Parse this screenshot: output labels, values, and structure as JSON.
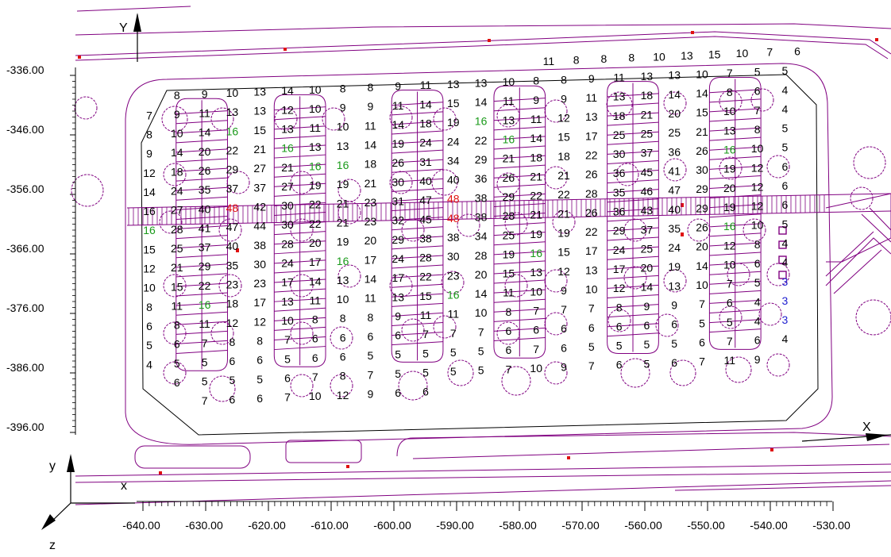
{
  "axes": {
    "y_axis_label": "Y",
    "x_axis_label": "X",
    "ucs": {
      "y": "y",
      "x": "x",
      "z": "z"
    }
  },
  "y_ruler": {
    "labels": [
      "-336.00",
      "-346.00",
      "-356.00",
      "-366.00",
      "-376.00",
      "-386.00",
      "-396.00"
    ]
  },
  "x_ruler": {
    "labels": [
      "-640.00",
      "-630.00",
      "-620.00",
      "-610.00",
      "-600.00",
      "-590.00",
      "-580.00",
      "-570.00",
      "-560.00",
      "-550.00",
      "-540.00",
      "-530.00"
    ]
  },
  "colors": {
    "default": "#000000",
    "green": "#1a9a1a",
    "red": "#e01010",
    "blue": "#2020d0",
    "linework": "#800080"
  },
  "grid": {
    "columns": 29,
    "rows": [
      {
        "c": [
          "",
          "",
          "",
          "",
          "",
          "",
          "",
          "",
          "",
          "",
          "",
          "",
          "",
          "",
          "11",
          "8",
          "8",
          "8",
          "10",
          "13",
          "15",
          "10",
          "7",
          "6",
          "",
          "",
          "",
          "",
          ""
        ],
        "k": {}
      },
      {
        "c": [
          "8",
          "9",
          "10",
          "13",
          "14",
          "10",
          "8",
          "8",
          "9",
          "11",
          "13",
          "13",
          "10",
          "8",
          "8",
          "9",
          "11",
          "13",
          "13",
          "10",
          "7",
          "5",
          "5",
          "",
          "",
          "",
          "",
          "",
          ""
        ],
        "k": {},
        "s": 1
      },
      {
        "c": [
          "7",
          "9",
          "11",
          "13",
          "13",
          "12",
          "10",
          "9",
          "9",
          "11",
          "14",
          "15",
          "14",
          "11",
          "9",
          "9",
          "11",
          "13",
          "18",
          "14",
          "14",
          "8",
          "6",
          "4",
          "",
          "",
          "",
          "",
          ""
        ],
        "k": {}
      },
      {
        "c": [
          "8",
          "10",
          "14",
          "16",
          "15",
          "13",
          "11",
          "10",
          "11",
          "14",
          "18",
          "19",
          "16",
          "13",
          "11",
          "12",
          "13",
          "18",
          "21",
          "20",
          "15",
          "10",
          "7",
          "4",
          "",
          "",
          "",
          "",
          ""
        ],
        "k": {
          "3": "green",
          "12": "green"
        }
      },
      {
        "c": [
          "9",
          "14",
          "20",
          "22",
          "21",
          "16",
          "13",
          "13",
          "14",
          "19",
          "24",
          "24",
          "22",
          "16",
          "14",
          "15",
          "17",
          "25",
          "25",
          "25",
          "21",
          "13",
          "8",
          "5",
          "",
          "",
          "",
          "",
          ""
        ],
        "k": {
          "5": "green",
          "13": "green"
        }
      },
      {
        "c": [
          "12",
          "18",
          "26",
          "29",
          "27",
          "21",
          "16",
          "16",
          "18",
          "26",
          "31",
          "34",
          "29",
          "21",
          "18",
          "18",
          "22",
          "30",
          "37",
          "36",
          "26",
          "16",
          "10",
          "5",
          "",
          "",
          "",
          "",
          ""
        ],
        "k": {
          "6": "green",
          "7": "green",
          "21": "green"
        }
      },
      {
        "c": [
          "14",
          "24",
          "35",
          "37",
          "37",
          "27",
          "19",
          "19",
          "21",
          "30",
          "40",
          "40",
          "36",
          "26",
          "21",
          "21",
          "26",
          "36",
          "45",
          "41",
          "30",
          "19",
          "12",
          "6",
          "",
          "",
          "",
          "",
          ""
        ],
        "k": {}
      },
      {
        "c": [
          "16",
          "27",
          "40",
          "48",
          "42",
          "30",
          "22",
          "21",
          "23",
          "31",
          "47",
          "48",
          "38",
          "29",
          "22",
          "22",
          "28",
          "35",
          "46",
          "47",
          "29",
          "20",
          "12",
          "6",
          "",
          "",
          "",
          "",
          ""
        ],
        "k": {
          "3": "red",
          "11": "red"
        }
      },
      {
        "c": [
          "16",
          "28",
          "41",
          "47",
          "44",
          "30",
          "22",
          "21",
          "23",
          "32",
          "45",
          "48",
          "38",
          "28",
          "21",
          "21",
          "26",
          "36",
          "43",
          "40",
          "29",
          "19",
          "12",
          "6",
          "",
          "",
          "",
          "",
          ""
        ],
        "k": {
          "0": "green",
          "11": "red"
        }
      },
      {
        "c": [
          "15",
          "25",
          "37",
          "40",
          "38",
          "28",
          "20",
          "19",
          "20",
          "29",
          "38",
          "38",
          "34",
          "25",
          "19",
          "19",
          "22",
          "29",
          "37",
          "35",
          "26",
          "16",
          "10",
          "5",
          "",
          "",
          "",
          "",
          ""
        ],
        "k": {
          "21": "green"
        }
      },
      {
        "c": [
          "12",
          "21",
          "29",
          "35",
          "30",
          "24",
          "17",
          "16",
          "17",
          "24",
          "28",
          "30",
          "28",
          "19",
          "16",
          "15",
          "17",
          "24",
          "25",
          "24",
          "20",
          "12",
          "8",
          "4",
          "",
          "",
          "",
          "",
          ""
        ],
        "k": {
          "7": "green",
          "14": "green"
        }
      },
      {
        "c": [
          "10",
          "15",
          "22",
          "23",
          "23",
          "17",
          "14",
          "13",
          "14",
          "17",
          "22",
          "23",
          "20",
          "15",
          "13",
          "12",
          "13",
          "17",
          "20",
          "19",
          "14",
          "10",
          "6",
          "4",
          "",
          "",
          "",
          "",
          ""
        ],
        "k": {}
      },
      {
        "c": [
          "8",
          "11",
          "16",
          "18",
          "17",
          "13",
          "11",
          "10",
          "11",
          "13",
          "15",
          "16",
          "14",
          "11",
          "10",
          "9",
          "10",
          "12",
          "14",
          "13",
          "10",
          "7",
          "5",
          "3",
          "",
          "",
          "",
          "",
          ""
        ],
        "k": {
          "2": "green",
          "11": "green",
          "23": "blue"
        }
      },
      {
        "c": [
          "6",
          "8",
          "11",
          "12",
          "12",
          "10",
          "8",
          "8",
          "8",
          "9",
          "11",
          "11",
          "10",
          "8",
          "7",
          "7",
          "7",
          "8",
          "9",
          "9",
          "7",
          "6",
          "4",
          "3",
          "",
          "",
          "",
          "",
          ""
        ],
        "k": {
          "23": "blue"
        }
      },
      {
        "c": [
          "5",
          "6",
          "7",
          "8",
          "8",
          "7",
          "6",
          "6",
          "6",
          "6",
          "7",
          "7",
          "7",
          "6",
          "6",
          "6",
          "6",
          "6",
          "6",
          "6",
          "5",
          "5",
          "4",
          "3",
          "",
          "",
          "",
          "",
          ""
        ],
        "k": {
          "23": "blue"
        }
      },
      {
        "c": [
          "4",
          "5",
          "5",
          "6",
          "6",
          "5",
          "6",
          "6",
          "5",
          "5",
          "5",
          "5",
          "5",
          "6",
          "7",
          "6",
          "5",
          "5",
          "5",
          "5",
          "6",
          "7",
          "6",
          "4",
          "",
          "",
          "",
          "",
          ""
        ],
        "k": {}
      },
      {
        "c": [
          "6",
          "5",
          "5",
          "5",
          "6",
          "7",
          "8",
          "7",
          "5",
          "5",
          "5",
          "5",
          "7",
          "10",
          "9",
          "7",
          "6",
          "5",
          "6",
          "7",
          "11",
          "9",
          "",
          "",
          "",
          "",
          "",
          "",
          ""
        ],
        "k": {},
        "s": 1
      },
      {
        "c": [
          "7",
          "6",
          "6",
          "7",
          "10",
          "12",
          "9",
          "6",
          "6",
          "",
          "",
          "",
          "",
          "",
          "",
          "",
          "",
          "",
          "",
          "",
          "",
          "",
          "",
          "",
          "",
          "",
          "",
          "",
          ""
        ],
        "k": {},
        "s": 2
      }
    ]
  }
}
